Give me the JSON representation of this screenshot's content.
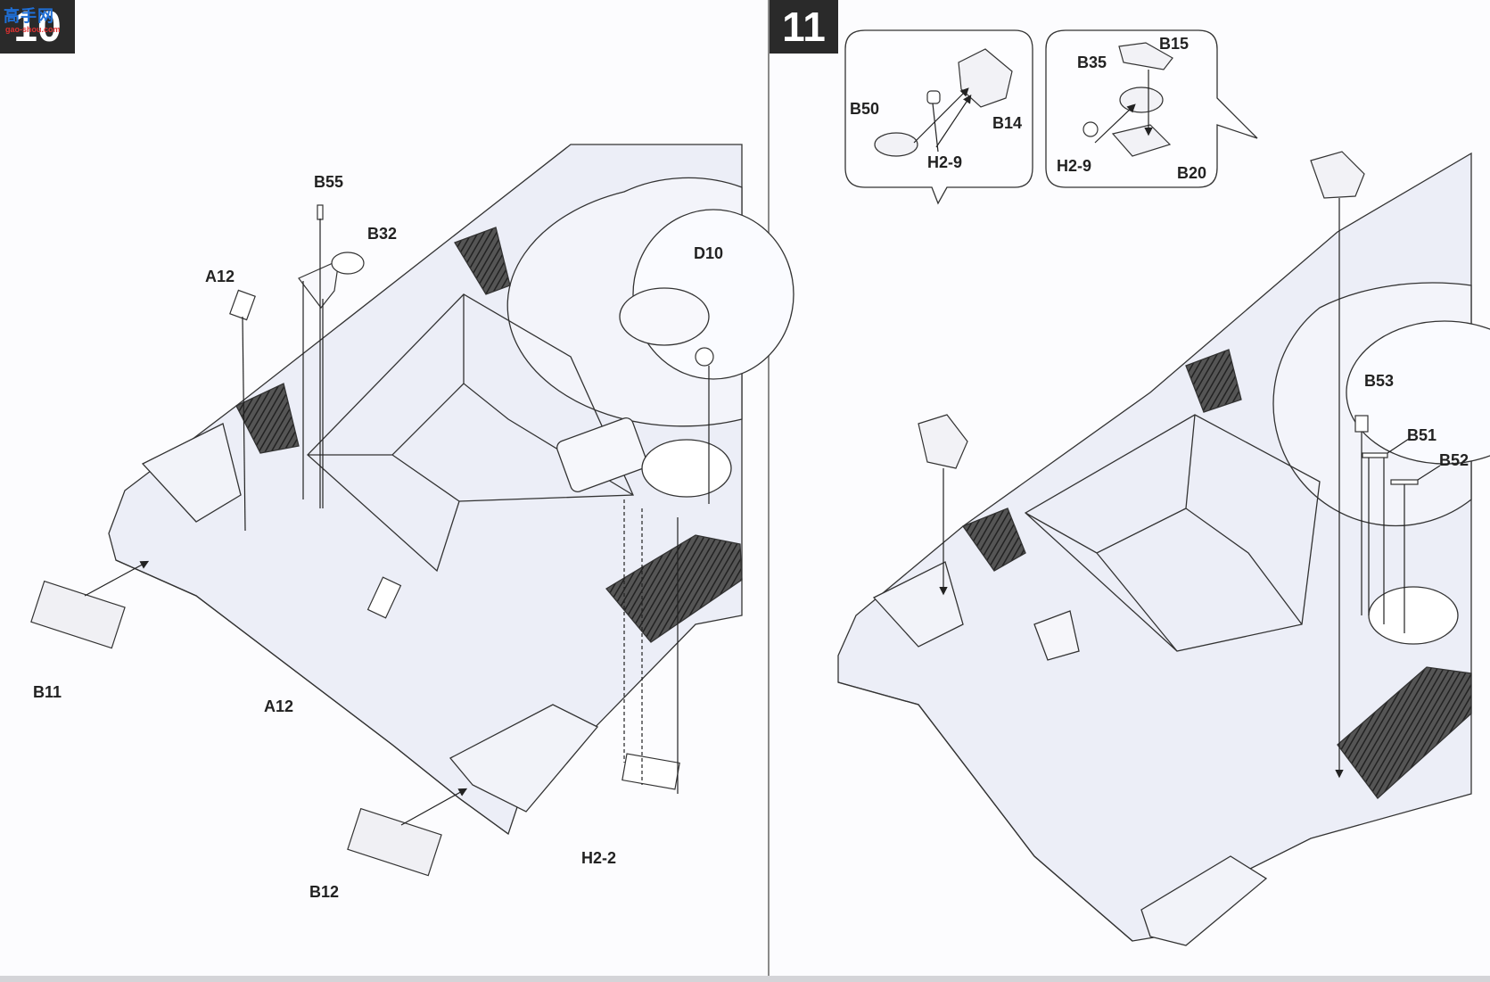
{
  "steps": {
    "left": "10",
    "right": "11"
  },
  "watermark": {
    "main": "高手网",
    "sub": "gao-shou.com"
  },
  "left_page": {
    "labels": {
      "b55": "B55",
      "b32": "B32",
      "a12_top": "A12",
      "d10": "D10",
      "b11": "B11",
      "a12_bottom": "A12",
      "b12": "B12",
      "h2_2": "H2-2"
    }
  },
  "right_page": {
    "inset1": {
      "b50": "B50",
      "b14": "B14",
      "h2_9": "H2-9"
    },
    "inset2": {
      "b35": "B35",
      "b15": "B15",
      "h2_9": "H2-9",
      "b20": "B20"
    },
    "labels": {
      "b53": "B53",
      "b51": "B51",
      "b52": "B52"
    }
  },
  "colors": {
    "line": "#333333",
    "hull": "#eceef7",
    "grille": "#3a3a3a"
  }
}
